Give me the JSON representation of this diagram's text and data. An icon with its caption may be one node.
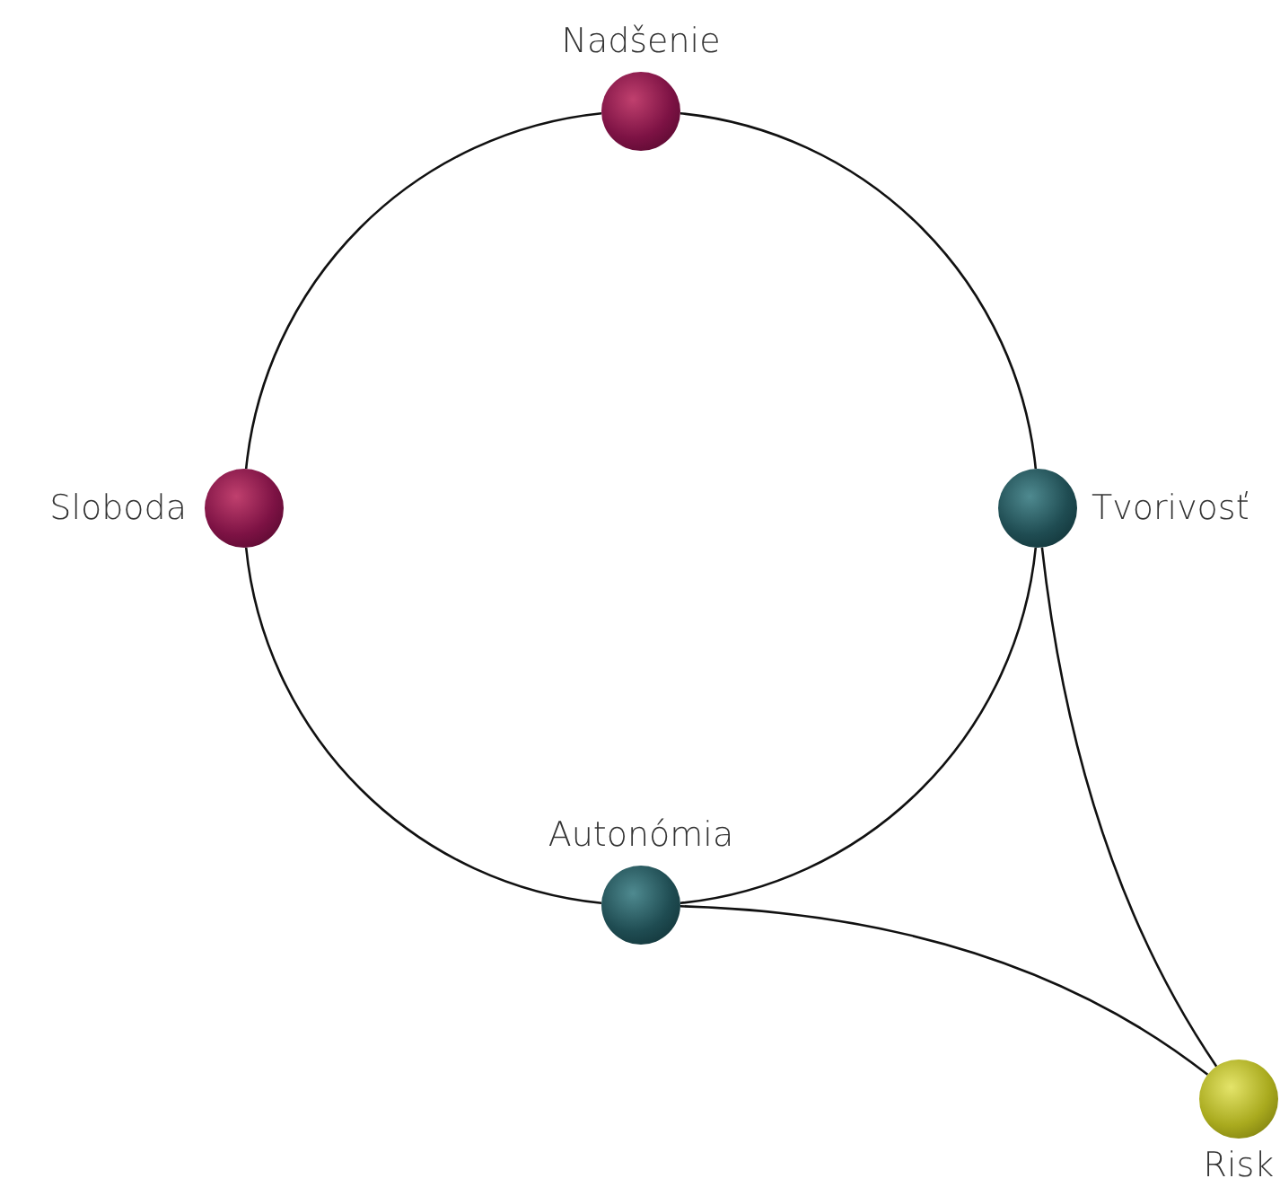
{
  "diagram": {
    "nodes": [
      {
        "text": [
          "Nadšenie"
        ]
      },
      {
        "text": [
          "Sloboda"
        ]
      },
      {
        "text": [
          "Tvorivosť"
        ]
      },
      {
        "text": [
          "Autonómia"
        ]
      },
      {
        "text": [
          "Risk"
        ]
      }
    ],
    "edges": [
      {
        "from": 0,
        "to": 2,
        "arrow": "none"
      },
      {
        "from": 2,
        "to": 3,
        "arrow": "none"
      },
      {
        "from": 3,
        "to": 1,
        "arrow": "none"
      },
      {
        "from": 1,
        "to": 0,
        "arrow": "none"
      },
      {
        "from": 2,
        "to": 4,
        "arrow": "none"
      },
      {
        "from": 3,
        "to": 4,
        "arrow": "none"
      }
    ]
  }
}
